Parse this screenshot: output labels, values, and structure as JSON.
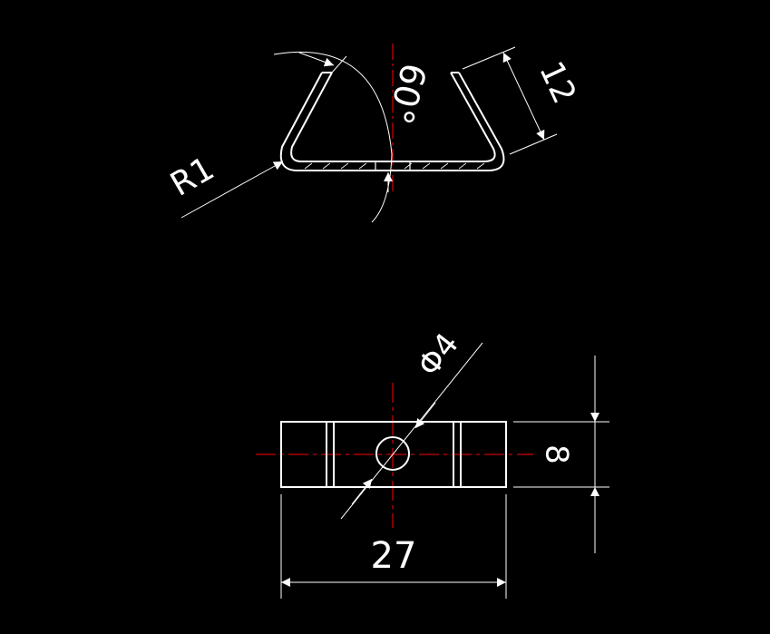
{
  "drawing": {
    "background": "#000000",
    "line_color": "#ffffff",
    "centerline_color": "#ff0000",
    "top_view": {
      "radius_label": "R1",
      "angle_label": "60°",
      "height_label": "12"
    },
    "bottom_view": {
      "hole_label": "Φ4",
      "width_label": "27",
      "height_label": "8"
    }
  }
}
